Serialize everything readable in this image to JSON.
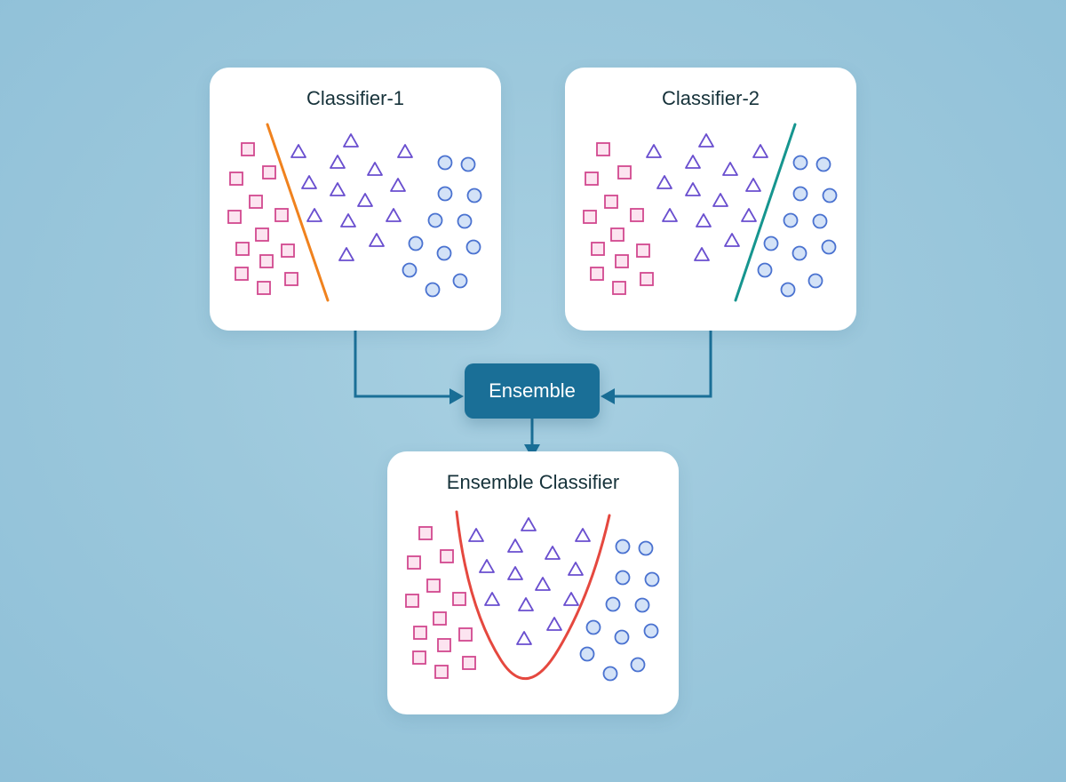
{
  "cards": [
    {
      "title": "Classifier-1",
      "boundary": "line",
      "boundary_color": "#f0821e"
    },
    {
      "title": "Classifier-2",
      "boundary": "line",
      "boundary_color": "#16958f"
    },
    {
      "title": "Ensemble Classifier",
      "boundary": "curve",
      "boundary_color": "#e5483f"
    }
  ],
  "ensemble": {
    "label": "Ensemble"
  },
  "colors": {
    "square_stroke": "#d1488f",
    "square_fill": "#fce4f0",
    "triangle_stroke": "#6a4fcf",
    "circle_stroke": "#4a72d0",
    "circle_fill": "#d3e2f7",
    "connector": "#1a6f97"
  },
  "icons": [
    "square-point",
    "triangle-point",
    "circle-point",
    "arrow-head"
  ]
}
